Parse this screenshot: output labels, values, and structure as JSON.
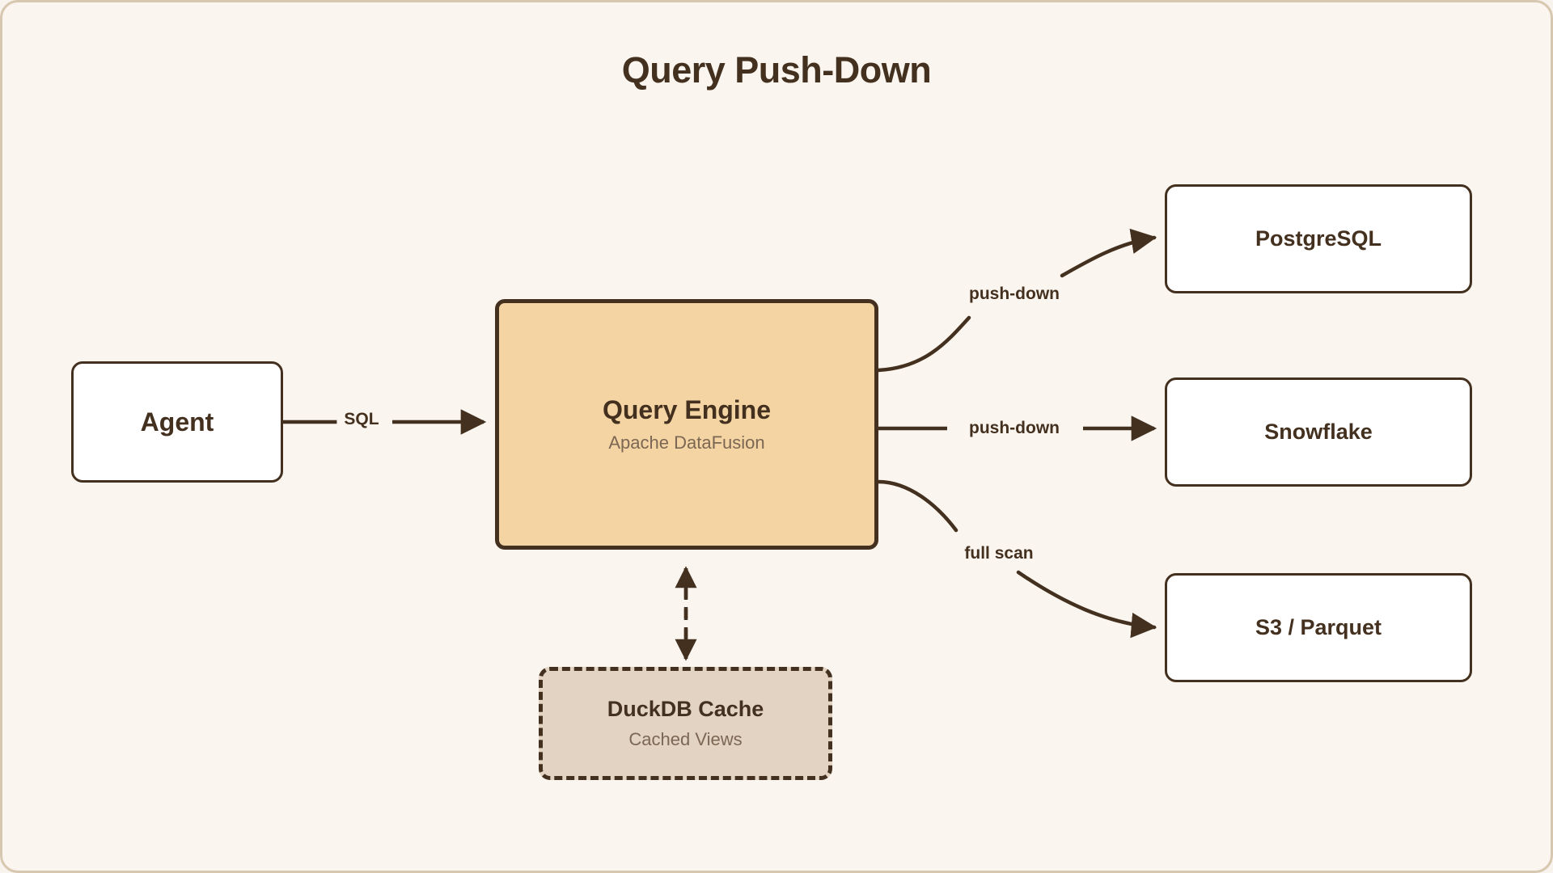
{
  "diagram": {
    "title": "Query Push-Down",
    "type": "flow-diagram",
    "colors": {
      "canvas_background": "#FAF5EE",
      "canvas_border": "#D8C7B0",
      "stroke": "#43301F",
      "accent_fill": "#F4D4A3",
      "cache_fill": "#E3D3C2",
      "node_fill": "#FFFFFF",
      "subtitle_text": "#7C6754"
    }
  },
  "nodes": {
    "agent": {
      "label": "Agent",
      "subtitle": ""
    },
    "engine": {
      "label": "Query Engine",
      "subtitle": "Apache DataFusion"
    },
    "cache": {
      "label": "DuckDB Cache",
      "subtitle": "Cached Views"
    },
    "postgres": {
      "label": "PostgreSQL",
      "subtitle": ""
    },
    "snowflake": {
      "label": "Snowflake",
      "subtitle": ""
    },
    "s3": {
      "label": "S3 / Parquet",
      "subtitle": ""
    }
  },
  "edges": [
    {
      "id": "sql",
      "from": "agent",
      "to": "engine",
      "label": "SQL",
      "style": "solid",
      "arrow": "single"
    },
    {
      "id": "pd-1",
      "from": "engine",
      "to": "postgres",
      "label": "push-down",
      "style": "curve",
      "arrow": "single"
    },
    {
      "id": "pd-2",
      "from": "engine",
      "to": "snowflake",
      "label": "push-down",
      "style": "solid",
      "arrow": "single"
    },
    {
      "id": "full",
      "from": "engine",
      "to": "s3",
      "label": "full scan",
      "style": "curve",
      "arrow": "single"
    },
    {
      "id": "cache-bi",
      "from": "engine",
      "to": "cache",
      "label": "",
      "style": "dashed",
      "arrow": "double"
    }
  ]
}
